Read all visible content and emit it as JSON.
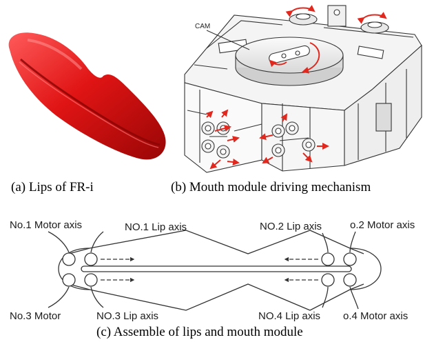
{
  "captions": {
    "a": "(a)  Lips of FR-i",
    "b": "(b) Mouth module driving mechanism",
    "c": "(c) Assemble of lips and mouth module"
  },
  "panel_b": {
    "cam_label": "CAM"
  },
  "panel_c": {
    "labels": {
      "motor1": "No.1 Motor axis",
      "lip1": "NO.1 Lip axis",
      "lip2": "NO.2 Lip axis",
      "motor2": "o.2 Motor axis",
      "motor3": "No.3 Motor",
      "lip3": "NO.3 Lip axis",
      "lip4": "NO.4 Lip axis",
      "motor4": "o.4 Motor axis"
    }
  },
  "colors": {
    "lip_red": "#e01414",
    "arrow_red": "#e0281e",
    "line": "#333333"
  }
}
